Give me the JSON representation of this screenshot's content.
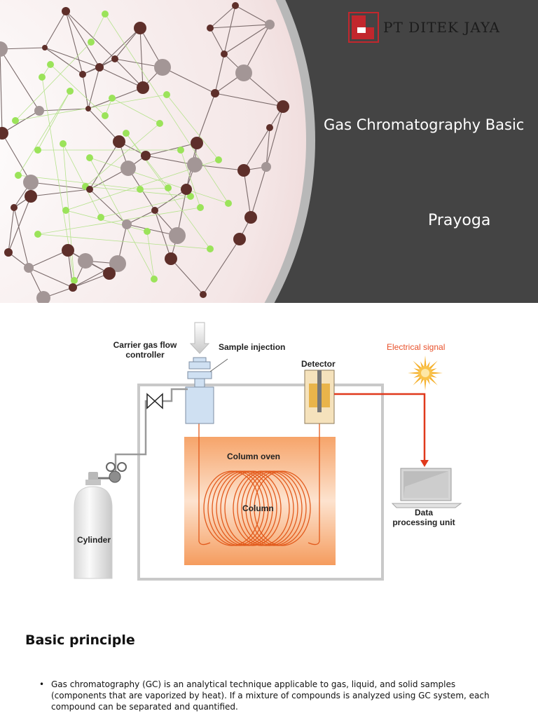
{
  "slide1": {
    "company": "PT DITEK JAYA",
    "title": "Gas Chromatography Basic",
    "author": "Prayoga"
  },
  "diagram": {
    "labels": {
      "carrier": "Carrier gas flow\ncontroller",
      "sample": "Sample injection",
      "detector": "Detector",
      "signal": "Electrical signal",
      "oven": "Column oven",
      "column": "Column",
      "cylinder": "Cylinder",
      "dpu": "Data\nprocessing unit"
    },
    "colors": {
      "signal": "#e8502a",
      "oven": "#f2a36e",
      "injector": "#cfe0f2",
      "detector": "#f0d8a8"
    }
  },
  "slide2": {
    "heading": "Basic principle",
    "bullets": [
      "Gas chromatography (GC) is an analytical technique applicable to gas, liquid, and solid samples (components that are vaporized by heat). If a mixture of compounds is analyzed using GC system, each compound can be separated and quantified."
    ],
    "bullet_symbol": "•"
  }
}
